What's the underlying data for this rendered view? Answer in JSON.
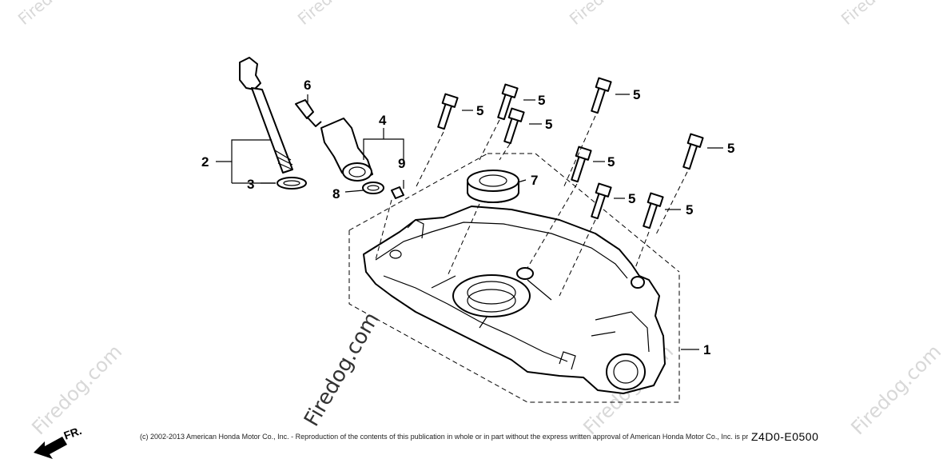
{
  "diagram": {
    "callouts": {
      "c1": "1",
      "c2": "2",
      "c3": "3",
      "c4": "4",
      "c6": "6",
      "c7": "7",
      "c8": "8",
      "c9": "9",
      "c5": "5"
    },
    "footer": {
      "copyright": "(c) 2002-2013 American Honda Motor Co., Inc. - Reproduction of the contents of this publication in whole or in part without the express written approval of American Honda Motor Co., Inc. is prohibited",
      "diagram_code": "Z4D0-E0500",
      "direction_label": "FR."
    },
    "watermark": {
      "text": "Firedog.com",
      "corner_text": "Firedog.com"
    }
  }
}
